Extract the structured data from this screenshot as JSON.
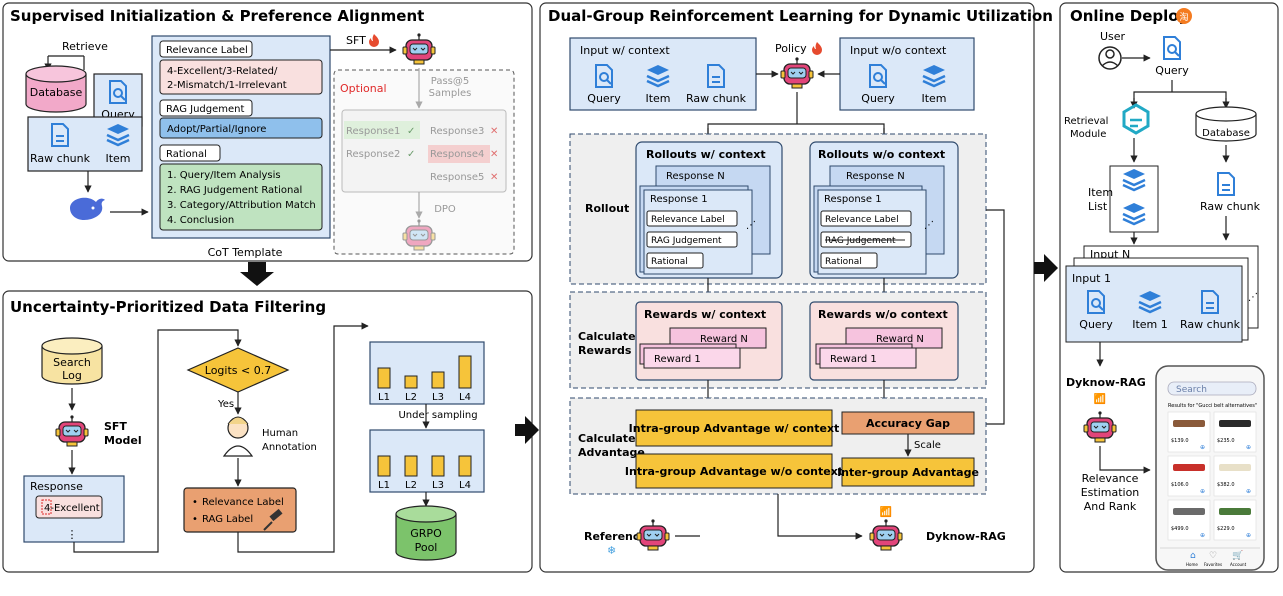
{
  "sections": {
    "init_title": "Supervised Initialization & Preference Alignment",
    "filter_title": "Uncertainty-Prioritized Data Filtering",
    "rl_title": "Dual-Group Reinforcement Learning for Dynamic Utilization",
    "deploy_title": "Online Deploy"
  },
  "init": {
    "retrieve": "Retrieve",
    "database": "Database",
    "query": "Query",
    "raw_chunk": "Raw chunk",
    "item": "Item",
    "relevance_label": "Relevance Label",
    "relevance_line1": "4-Excellent/3-Related/",
    "relevance_line2": "2-Mismatch/1-Irrelevant",
    "rag_judgement": "RAG Judgement",
    "rag_options": "Adopt/Partial/Ignore",
    "rational": "Rational",
    "rational_items": [
      "1. Query/Item Analysis",
      "2. RAG Judgement Rational",
      "3. Category/Attribution Match",
      "4. Conclusion"
    ],
    "cot_template": "CoT Template",
    "sft": "SFT",
    "optional": "Optional",
    "pass5_line1": "Pass@5",
    "pass5_line2": "Samples",
    "responses": [
      "Response1",
      "Response2",
      "Response3",
      "Response4",
      "Response5"
    ],
    "dpo": "DPO"
  },
  "filter": {
    "search_log_line1": "Search",
    "search_log_line2": "Log",
    "sft_model_line1": "SFT",
    "sft_model_line2": "Model",
    "response": "Response",
    "excellent": "4-Excellent",
    "ellipsis": "⋮",
    "logits": "Logits < 0.7",
    "yes": "Yes",
    "human_line1": "Human",
    "human_line2": "Annotation",
    "label_items": [
      "Relevance Label",
      "RAG Label"
    ],
    "levels": [
      "L1",
      "L2",
      "L3",
      "L4"
    ],
    "under_sampling": "Under sampling",
    "grpo_line1": "GRPO",
    "grpo_line2": "Pool"
  },
  "rl": {
    "input_with": "Input w/ context",
    "input_without": "Input w/o context",
    "policy": "Policy",
    "query": "Query",
    "item": "Item",
    "raw_chunk": "Raw chunk",
    "rollout": "Rollout",
    "rollouts_with": "Rollouts w/ context",
    "rollouts_without": "Rollouts w/o context",
    "response_n": "Response N",
    "response_1": "Response 1",
    "relevance_label": "Relevance Label",
    "rag_judgement": "RAG Judgement",
    "rational": "Rational",
    "calc_rewards_line1": "Calculate",
    "calc_rewards_line2": "Rewards",
    "rewards_with": "Rewards w/ context",
    "rewards_without": "Rewards w/o context",
    "reward_n": "Reward N",
    "reward_1": "Reward 1",
    "calc_adv_line1": "Calculate",
    "calc_adv_line2": "Advantage",
    "intra_with": "Intra-group Advantage w/ context",
    "intra_without": "Intra-group Advantage w/o context",
    "accuracy_gap": "Accuracy Gap",
    "scale": "Scale",
    "inter_group": "Inter-group Advantage",
    "reference": "Reference",
    "dyknow_rag": "Dyknow-RAG"
  },
  "deploy": {
    "user": "User",
    "query": "Query",
    "retrieval_line1": "Retrieval",
    "retrieval_line2": "Module",
    "database": "Database",
    "item_list_line1": "Item",
    "item_list_line2": "List",
    "raw_chunk": "Raw chunk",
    "input_n": "Input N",
    "input_1": "Input 1",
    "item_1": "Item 1",
    "dyknow_rag": "Dyknow-RAG",
    "relevance_line1": "Relevance",
    "relevance_line2": "Estimation",
    "relevance_line3": "And Rank",
    "search_placeholder": "Search",
    "results_text": "Results for \"Gucci belt alternatives\"",
    "prices": [
      "$139.0",
      "$235.0",
      "$106.0",
      "$382.0",
      "$499.0",
      "$229.0"
    ],
    "nav_items": [
      "Home",
      "Favorites",
      "Account"
    ]
  },
  "colors": {
    "panel_blue": "#dbe8f8",
    "green_fill": "#bfe3c0",
    "pink_fill": "#f9e0df",
    "yellow": "#f6c43a",
    "orange": "#e9a071",
    "grey_bg": "#efefef",
    "navy_stroke": "#2f4a6d"
  }
}
